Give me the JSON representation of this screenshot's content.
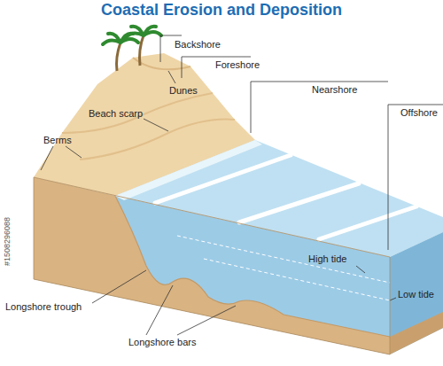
{
  "diagram": {
    "title": "Coastal Erosion and Deposition",
    "labels": [
      "Backshore",
      "Foreshore",
      "Nearshore",
      "Offshore",
      "Dunes",
      "Beach scarp",
      "Berms",
      "High tide",
      "Low tide",
      "Longshore trough",
      "Longshore bars",
      "#1508296088"
    ]
  }
}
